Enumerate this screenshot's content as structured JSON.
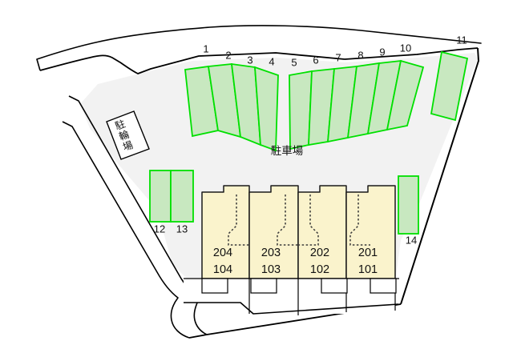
{
  "plan": {
    "title": "駐車場",
    "bicycle_parking_label": "駐輪場",
    "colors": {
      "lot_fill": "#f2f2f2",
      "stall_fill": "#c8e8c0",
      "stall_stroke": "#00e000",
      "building_fill": "#faf3cc",
      "building_stroke": "#1a1a1a",
      "boundary_stroke": "#000000",
      "page_background": "#ffffff"
    }
  },
  "parking_stalls": {
    "group_left": {
      "labels": [
        "1",
        "2",
        "3",
        "4"
      ]
    },
    "group_right": {
      "labels": [
        "5",
        "6",
        "7",
        "8",
        "9",
        "10"
      ]
    },
    "stall_11": {
      "label": "11"
    },
    "group_lower_left": {
      "labels": [
        "12",
        "13"
      ]
    },
    "stall_14": {
      "label": "14"
    }
  },
  "building": {
    "units": [
      {
        "upper": "204",
        "lower": "104"
      },
      {
        "upper": "203",
        "lower": "103"
      },
      {
        "upper": "202",
        "lower": "102"
      },
      {
        "upper": "201",
        "lower": "101"
      }
    ]
  }
}
